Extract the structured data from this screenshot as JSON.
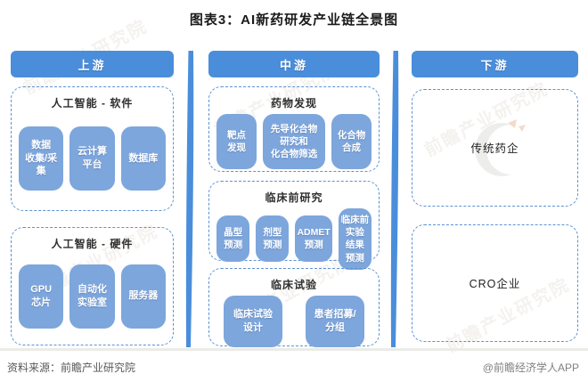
{
  "title": "图表3：AI新药研发产业链全景图",
  "watermark": {
    "text": "前瞻产业研究院"
  },
  "columns": [
    {
      "header": "上游",
      "sections": [
        {
          "title": "人工智能 - 软件",
          "items": [
            "数据\n收集/采集",
            "云计算\n平台",
            "数据库"
          ]
        },
        {
          "title": "人工智能 - 硬件",
          "items": [
            "GPU\n芯片",
            "自动化\n实验室",
            "服务器"
          ]
        }
      ]
    },
    {
      "header": "中游",
      "sections": [
        {
          "title": "药物发现",
          "items": [
            "靶点\n发现",
            "先导化合物\n研究和\n化合物筛选",
            "化合物\n合成"
          ]
        },
        {
          "title": "临床前研究",
          "items": [
            "晶型\n预测",
            "剂型\n预测",
            "ADMET\n预测",
            "临床前\n实验\n结果\n预测"
          ]
        },
        {
          "title": "临床试验",
          "items": [
            "临床试验\n设计",
            "患者招募/\n分组"
          ]
        }
      ]
    },
    {
      "header": "下游",
      "sections": [
        {
          "title": "传统药企",
          "items": []
        },
        {
          "title": "CRO企业",
          "items": []
        }
      ]
    }
  ],
  "footer": {
    "source": "资料来源：前瞻产业研究院",
    "credit": "@前瞻经济学人APP"
  },
  "colors": {
    "header_blue": "#4a8edb",
    "item_blue": "#7da6dc",
    "border_blue": "#5b92d4",
    "divider_blue": "#4a8edb",
    "title_text": "#1a1a1a",
    "section_title_text": "#2f2f2f",
    "footer_text": "#595959",
    "credit_text": "#808080"
  }
}
